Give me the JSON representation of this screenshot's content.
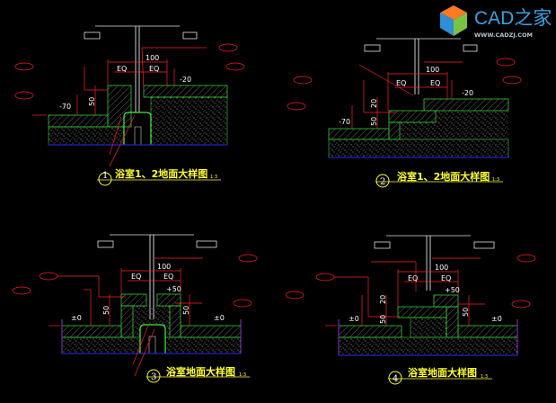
{
  "logo": {
    "name": "CAD之家",
    "url": "WWW.CADZJ.COM",
    "color": "#3aa3e3"
  },
  "colors": {
    "background": "#000000",
    "outline": "#33cc33",
    "dimension": "#ff2020",
    "title": "#ffff33",
    "base": "#2222cc"
  },
  "panels": [
    {
      "number": "1",
      "title": "浴室1、2地面大样图",
      "scale": "1:3",
      "dims": {
        "width": "100",
        "eq": "EQ",
        "level_a": "-20",
        "level_b": "-70",
        "height": "50"
      }
    },
    {
      "number": "2",
      "title": "浴室1、2地面大样图",
      "scale": "1:3",
      "dims": {
        "width": "100",
        "eq": "EQ",
        "level_a": "-20",
        "level_b": "-70",
        "height_a": "20",
        "height_b": "50"
      }
    },
    {
      "number": "3",
      "title": "浴室地面大样图",
      "scale": "1:3",
      "dims": {
        "width": "100",
        "eq": "EQ",
        "level_a": "+50",
        "level_b": "±0",
        "height": "50"
      }
    },
    {
      "number": "4",
      "title": "浴室地面大样图",
      "scale": "1:3",
      "dims": {
        "width": "100",
        "eq": "EQ",
        "level_a": "+50",
        "level_b": "±0",
        "height_a": "20",
        "height_b": "50"
      }
    }
  ]
}
